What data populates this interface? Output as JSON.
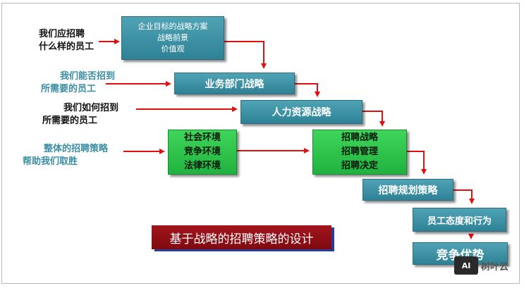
{
  "boxes": {
    "enterprise": [
      "企业目标的战略方案",
      "战略前景",
      "价值观"
    ],
    "business": "业务部门战略",
    "hr": "人力资源战略",
    "environment": [
      "社会环境",
      "竞争环境",
      "法律环境"
    ],
    "recruit": [
      "招聘战略",
      "招聘管理",
      "招聘决定"
    ],
    "planning": "招聘规划策略",
    "attitude": "员工态度和行为",
    "advantage": "竞争优势"
  },
  "questions": {
    "q1": [
      "我们应招聘",
      "什么样的员工"
    ],
    "q2": [
      "我们能否招到",
      "所需要的员工"
    ],
    "q3": [
      "我们如何招到",
      "所需要的员工"
    ],
    "q4": [
      "整体的招聘策略",
      "帮助我们取胜"
    ]
  },
  "title": "基于战略的招聘策略的设计",
  "watermark": {
    "logo": "AI",
    "text": "树叶云"
  },
  "colors": {
    "teal": "#3a92a5",
    "green": "#2cc44a",
    "arrow": "#e01010",
    "title_bg": "#8e0f16"
  }
}
